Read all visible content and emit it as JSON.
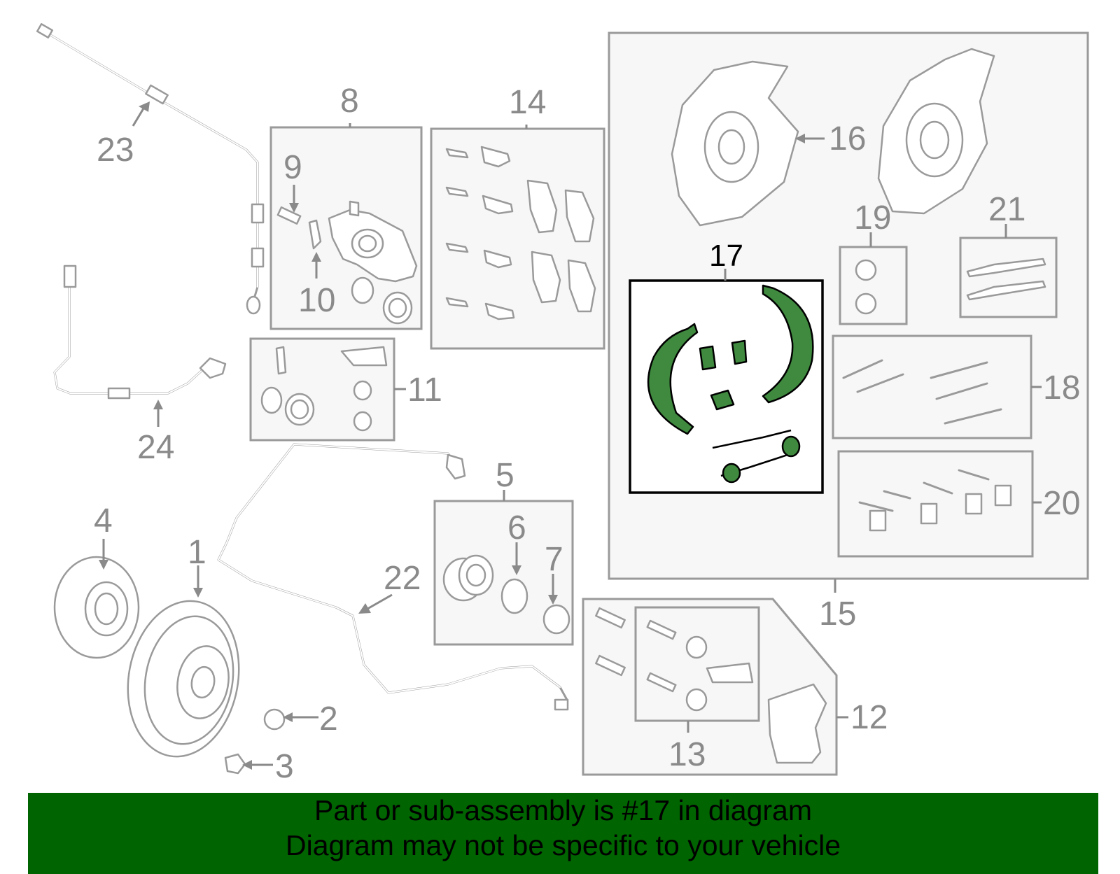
{
  "callouts": {
    "c1": "1",
    "c2": "2",
    "c3": "3",
    "c4": "4",
    "c5": "5",
    "c6": "6",
    "c7": "7",
    "c8": "8",
    "c9": "9",
    "c10": "10",
    "c11": "11",
    "c12": "12",
    "c13": "13",
    "c14": "14",
    "c15": "15",
    "c16": "16",
    "c17": "17",
    "c18": "18",
    "c19": "19",
    "c20": "20",
    "c21": "21",
    "c22": "22",
    "c23": "23",
    "c24": "24"
  },
  "highlight": {
    "part": "17",
    "color": "#3f8a3f"
  },
  "banner": {
    "line1": "Part or sub-assembly is #17 in diagram",
    "line2": "Diagram may not be specific to your vehicle",
    "background": "#006400"
  }
}
